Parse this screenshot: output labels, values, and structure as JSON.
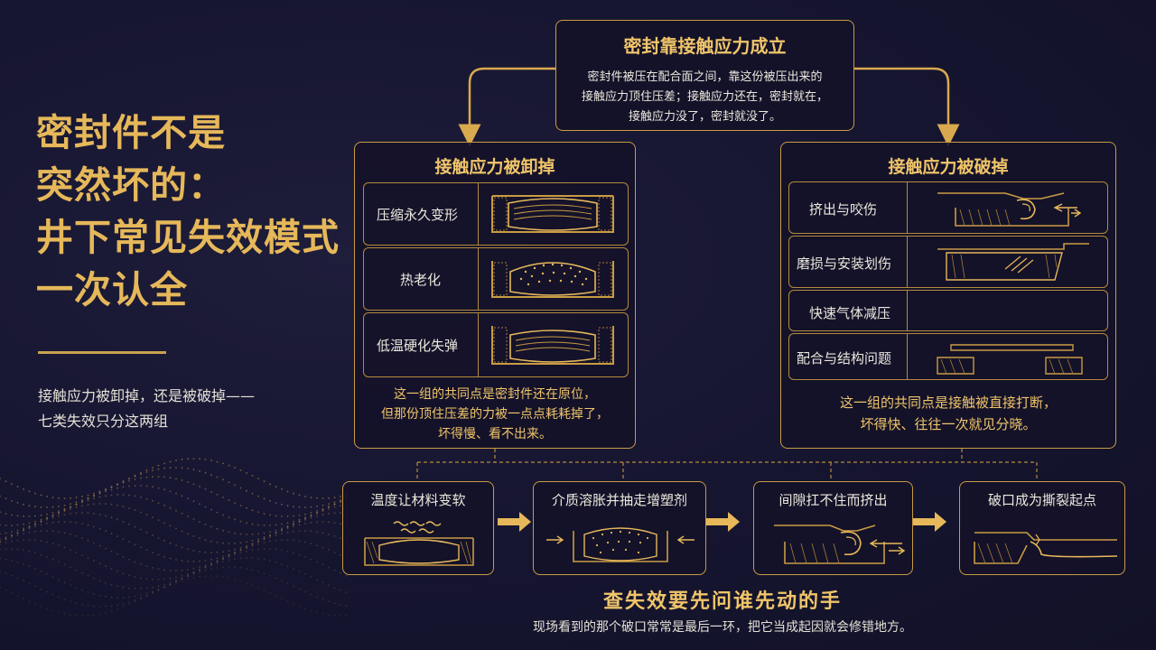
{
  "left": {
    "title_lines": [
      "密封件不是",
      "突然坏的：",
      "井下常见失效模式",
      "一次认全"
    ],
    "subtitle_lines": [
      "接触应力被卸掉，还是被破掉——",
      "七类失效只分这两组"
    ]
  },
  "top_box": {
    "title": "密封靠接触应力成立",
    "body_lines": [
      "密封件被压在配合面之间，靠这份被压出来的",
      "接触应力顶住压差；接触应力还在，密封就在，",
      "接触应力没了，密封就没了。"
    ]
  },
  "left_group": {
    "title": "接触应力被卸掉",
    "rows": [
      {
        "label": "压缩永久变形"
      },
      {
        "label": "热老化"
      },
      {
        "label": "低温硬化失弹"
      }
    ],
    "note_lines": [
      "这一组的共同点是密封件还在原位，",
      "但那份顶住压差的力被一点点耗耗掉了，",
      "坏得慢、看不出来。"
    ]
  },
  "right_group": {
    "title": "接触应力被破掉",
    "rows": [
      {
        "label": "挤出与咬伤"
      },
      {
        "label": "磨损与安装划伤"
      },
      {
        "label": "快速气体减压"
      },
      {
        "label": "配合与结构问题"
      }
    ],
    "note_lines": [
      "这一组的共同点是接触被直接打断，",
      "坏得快、往往一次就见分晓。"
    ]
  },
  "flow": [
    {
      "label": "温度让材料变软"
    },
    {
      "label": "介质溶胀并抽走增塑剂"
    },
    {
      "label": "间隙扛不住而挤出"
    },
    {
      "label": "破口成为撕裂起点"
    }
  ],
  "bottom": {
    "title": "查失效要先问谁先动的手",
    "subtitle": "现场看到的那个破口常常是最后一环，把它当成起因就会修错地方。"
  },
  "colors": {
    "accent": "#e6b85a",
    "line": "#c99b43",
    "background": "#161530"
  }
}
